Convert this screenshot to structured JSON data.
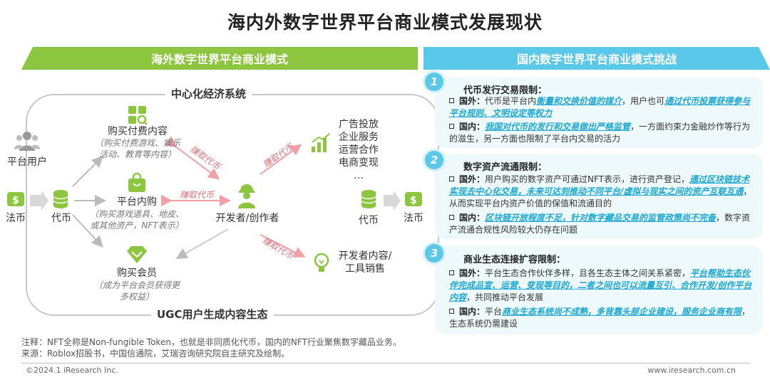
{
  "title": "海内外数字世界平台商业模式发展现状",
  "left_banner": "海外数字世界平台商业模式",
  "right_banner": "国内数字世界平台商业模式挑战",
  "diagram": {
    "top_label": "中心化经济系统",
    "bottom_label": "UGC用户生成内容生态",
    "platform_user": "平台用户",
    "fiat_left": "法币",
    "token_left": "代币",
    "paid_content": "购买付费内容",
    "paid_content_sub": "（购买付费游戏、娱乐\n活动、教育等内容）",
    "in_app": "平台内购",
    "in_app_sub": "（购买游戏道具、地皮、\n或其他资产，NFT表示）",
    "membership": "购买会员",
    "membership_sub": "（成为平台会员获得更\n多权益）",
    "developer": "开发者/创作者",
    "earn1": "赚取代币",
    "earn2": "赚取代币",
    "earn3": "赚取代币",
    "earn4": "赚取代币",
    "services": "广告投放\n企业服务\n运营合作\n电商变现\n…",
    "dev_sales": "开发者内容/\n工具销售",
    "token_right": "代币",
    "fiat_right": "法币"
  },
  "cards": [
    {
      "num": "1",
      "title": "代币发行交易限制：",
      "p1": [
        {
          "t": "国外：",
          "s": "b"
        },
        {
          "t": "代币是平台内",
          "s": ""
        },
        {
          "t": "衡量和交换价值的媒介",
          "s": "hl"
        },
        {
          "t": "，用户也可",
          "s": ""
        },
        {
          "t": "通过代币投票获得参与平台规则、文明设定等权力",
          "s": "hl"
        }
      ],
      "p2": [
        {
          "t": "国内：",
          "s": "b"
        },
        {
          "t": "我国对代币的发行和交易做出严格监管",
          "s": "hl"
        },
        {
          "t": "，一方面约束力金融炒作等行为的滋生，另一方面也限制了平台内交易的活力",
          "s": ""
        }
      ]
    },
    {
      "num": "2",
      "title": "数字资产流通限制：",
      "p1": [
        {
          "t": "国外：",
          "s": "b"
        },
        {
          "t": "用户购买的数字资产可通过NFT表示，进行资产登记，",
          "s": ""
        },
        {
          "t": "通过区块链技术实现去中心化交易，未来可达到推动不同平台/虚拟与现实之间的资产互联互通",
          "s": "hl"
        },
        {
          "t": "，从而实现平台内资产价值的保值和流通目的",
          "s": ""
        }
      ],
      "p2": [
        {
          "t": "国内：",
          "s": "b"
        },
        {
          "t": "区块链开放程度不足，针对数字藏品交易的监管政策尚不完备",
          "s": "hl"
        },
        {
          "t": "，数字资产流通合规性风险较大仍存在问题",
          "s": ""
        }
      ]
    },
    {
      "num": "3",
      "title": "商业生态连接扩容限制：",
      "p1": [
        {
          "t": "国外：",
          "s": "b"
        },
        {
          "t": "平台生态合作伙伴多样，且各生态主体之间关系紧密，",
          "s": ""
        },
        {
          "t": "平台帮助生态伙伴完成品宣、运营、变现等目的，二者之间也可以流量互引、合作开发/创作平台内容",
          "s": "hl"
        },
        {
          "t": "，共同推动平台发展",
          "s": ""
        }
      ],
      "p2": [
        {
          "t": "国内：",
          "s": "b"
        },
        {
          "t": "平台",
          "s": ""
        },
        {
          "t": "商业生态系统尚不成熟，多背靠头部企业建设，服务企业商有限",
          "s": "hl"
        },
        {
          "t": "，生态系统仍需建设",
          "s": ""
        }
      ]
    }
  ],
  "note": "注释：NFT全称是Non-fungible Token，也就是非同质化代币，国内的NFT行业聚焦数字藏品业务。",
  "source": "来源：Roblox招股书，中国信通院，艾瑞咨询研究院自主研究及绘制。",
  "copyright": "©2024.1 iResearch Inc.",
  "website": "www.iresearch.com.cn",
  "colors": {
    "green": "#8cc63f",
    "blue": "#5ac8e8",
    "earn": "#e0707a",
    "highlight": "#1aa7d4"
  }
}
